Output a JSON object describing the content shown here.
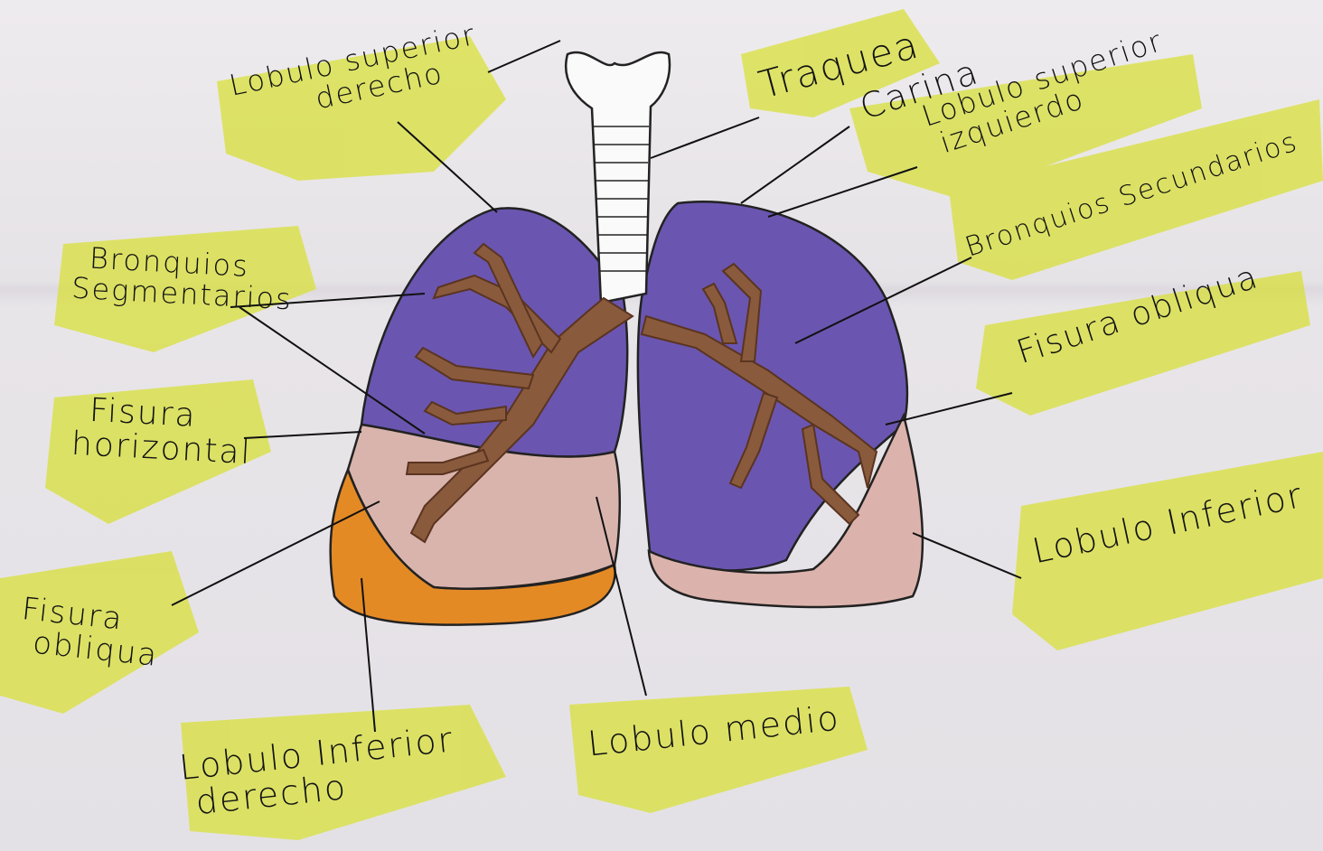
{
  "colors": {
    "paper": "#e9e6ea",
    "highlighter": "#d8e03a",
    "upper_lobe": "#6a56b0",
    "middle_lobe": "#d9b4ad",
    "lower_lobe_right": "#e48a25",
    "lower_lobe_left": "#dcb3ac",
    "bronchi": "#8a5a3c",
    "ink": "#111111"
  },
  "labels": {
    "lobulo_superior_derecho": [
      "Lobulo superior",
      "derecho"
    ],
    "traquea": "Traquea",
    "carina": "Carina",
    "lobulo_superior_izquierdo": [
      "Lobulo superior",
      "izquierdo"
    ],
    "bronquios_secundarios": "Bronquios Secundarios",
    "bronquios_segmentarios": [
      "Bronquios",
      "Segmentarios"
    ],
    "fisura_horizontal": [
      "Fisura",
      "horizontal"
    ],
    "fisura_obliqua_izquierda": "Fisura obliqua",
    "lobulo_inferior_izquierdo": "Lobulo Inferior",
    "fisura_obliqua_derecha": [
      "Fisura",
      "obliqua"
    ],
    "lobulo_inferior_derecho": [
      "Lobulo Inferior",
      "derecho"
    ],
    "lobulo_medio": "Lobulo medio"
  }
}
